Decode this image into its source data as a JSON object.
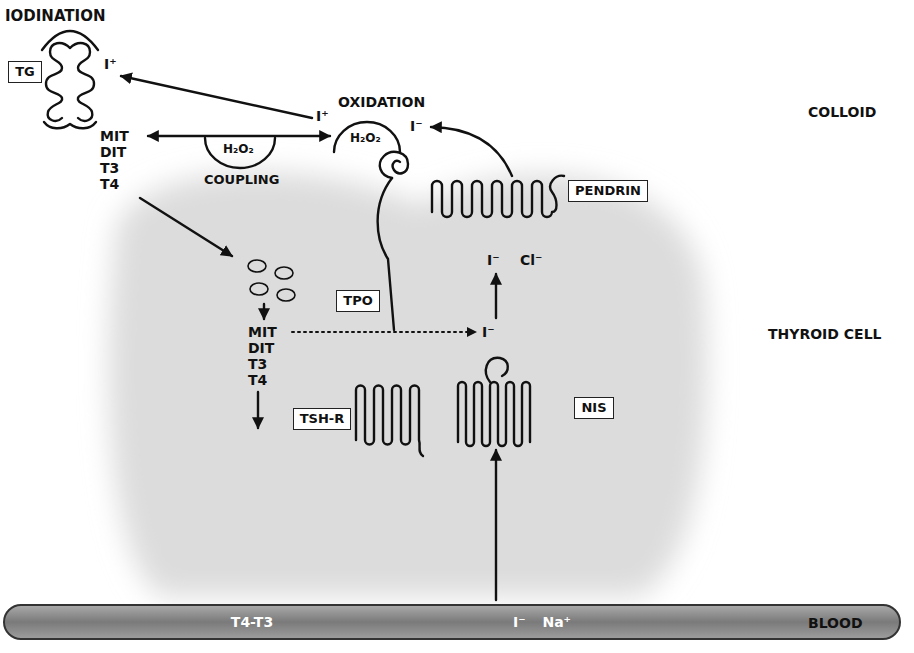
{
  "diagram": {
    "nodes": [
      {
        "text": [
          "TG"
        ]
      },
      {
        "text": [
          "TPO"
        ]
      },
      {
        "text": [
          "PENDRIN"
        ]
      },
      {
        "text": [
          "TSH-R"
        ]
      },
      {
        "text": [
          "NIS"
        ]
      },
      {
        "text": [
          "T4-T3",
          "I⁻ Na⁺"
        ]
      }
    ],
    "labels": [
      "IODINATION",
      "I⁺",
      "OXIDATION",
      "H₂O₂",
      "I⁺",
      "I⁻",
      "COLLOID",
      "MIT DIT T3 T4",
      "H₂O₂",
      "COUPLING",
      "I⁻",
      "Cl⁻",
      "THYROID CELL",
      "MIT DIT T3 T4",
      "I⁻",
      "BLOOD"
    ]
  }
}
